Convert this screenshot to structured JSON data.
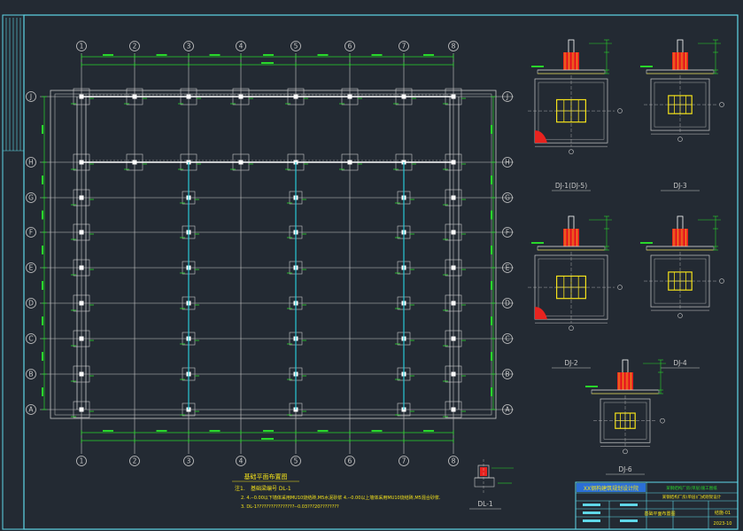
{
  "colors": {
    "background": "#232a33",
    "frame": "#5fd7e8",
    "grid": "#c8c8c8",
    "dimension": "#29d62b",
    "beam": "#29c8d6",
    "column": "#ffffff",
    "footing_red": "#e8231f",
    "rebar": "#f4e21a",
    "note_text": "#f4e21a",
    "titleblock_blue": "#2b6fd6"
  },
  "plan": {
    "col_labels": [
      "1",
      "2",
      "3",
      "4",
      "5",
      "6",
      "7",
      "8"
    ],
    "row_labels": [
      "J",
      "H",
      "G",
      "F",
      "E",
      "D",
      "C",
      "B",
      "A"
    ],
    "title": "基础平面布置图",
    "note_prefix": "注1.",
    "note_head": "基础梁编号 DL-1",
    "note_line2": "2. 4.--0.00以下墙体采用MU10烧结砖,M5水泥砂浆  4.--0.00以上墙体采用MU10烧结砖,M5混合砂浆.",
    "note_line3": "3. DL-1????????????????--0.03???20????????"
  },
  "details": [
    {
      "label": "DJ-1(DJ-5)"
    },
    {
      "label": "DJ-3"
    },
    {
      "label": "DJ-2"
    },
    {
      "label": "DJ-4"
    },
    {
      "label": "DJ-6"
    }
  ],
  "beam_detail": {
    "label": "DL-1"
  },
  "titleblock": {
    "company": "XX钢构建筑规划设计院",
    "project_line1": "某钢结构厂房(单层)施工图纸",
    "project_line2": "某钢结构厂房(单层)门式刚架设计",
    "drawing_name": "基础平面布置图",
    "drawing_no_label": "结施-01",
    "drawing_no": "2023-10"
  }
}
